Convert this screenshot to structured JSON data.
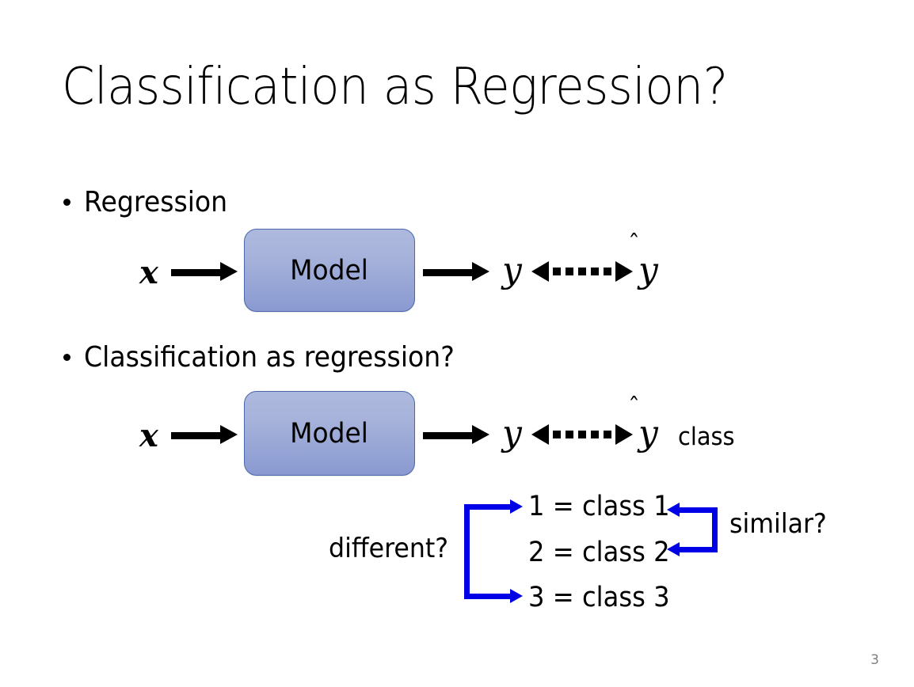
{
  "slide": {
    "title": "Classification as Regression?",
    "page_number": "3",
    "background_color": "#ffffff"
  },
  "bullets": [
    {
      "label": "Regression"
    },
    {
      "label": "Classification as regression?"
    }
  ],
  "diagrams": [
    {
      "name": "regression-flow",
      "input_symbol": "𝒙",
      "input_symbol_plain": "x",
      "box_label": "Model",
      "output_symbol": "𝑦",
      "output_symbol_plain": "y",
      "target_symbol": "𝑦̂",
      "target_symbol_plain": "y-hat",
      "trailing_label": ""
    },
    {
      "name": "classification-as-regression-flow",
      "input_symbol": "𝒙",
      "input_symbol_plain": "x",
      "box_label": "Model",
      "output_symbol": "𝑦",
      "output_symbol_plain": "y",
      "target_symbol": "𝑦̂",
      "target_symbol_plain": "y-hat",
      "trailing_label": "class"
    }
  ],
  "class_mapping": {
    "items": [
      "1 = class 1",
      "2 = class 2",
      "3 = class 3"
    ],
    "left_annotation": "different?",
    "right_annotation": "similar?",
    "bracket_color": "#0000e6"
  },
  "colors": {
    "model_box_gradient_top": "#aeb9de",
    "model_box_gradient_bottom": "#8a9ad1",
    "model_box_border": "#4a66ac",
    "arrow_black": "#000000",
    "bracket_blue": "#0000e6",
    "page_number_gray": "#808080"
  }
}
